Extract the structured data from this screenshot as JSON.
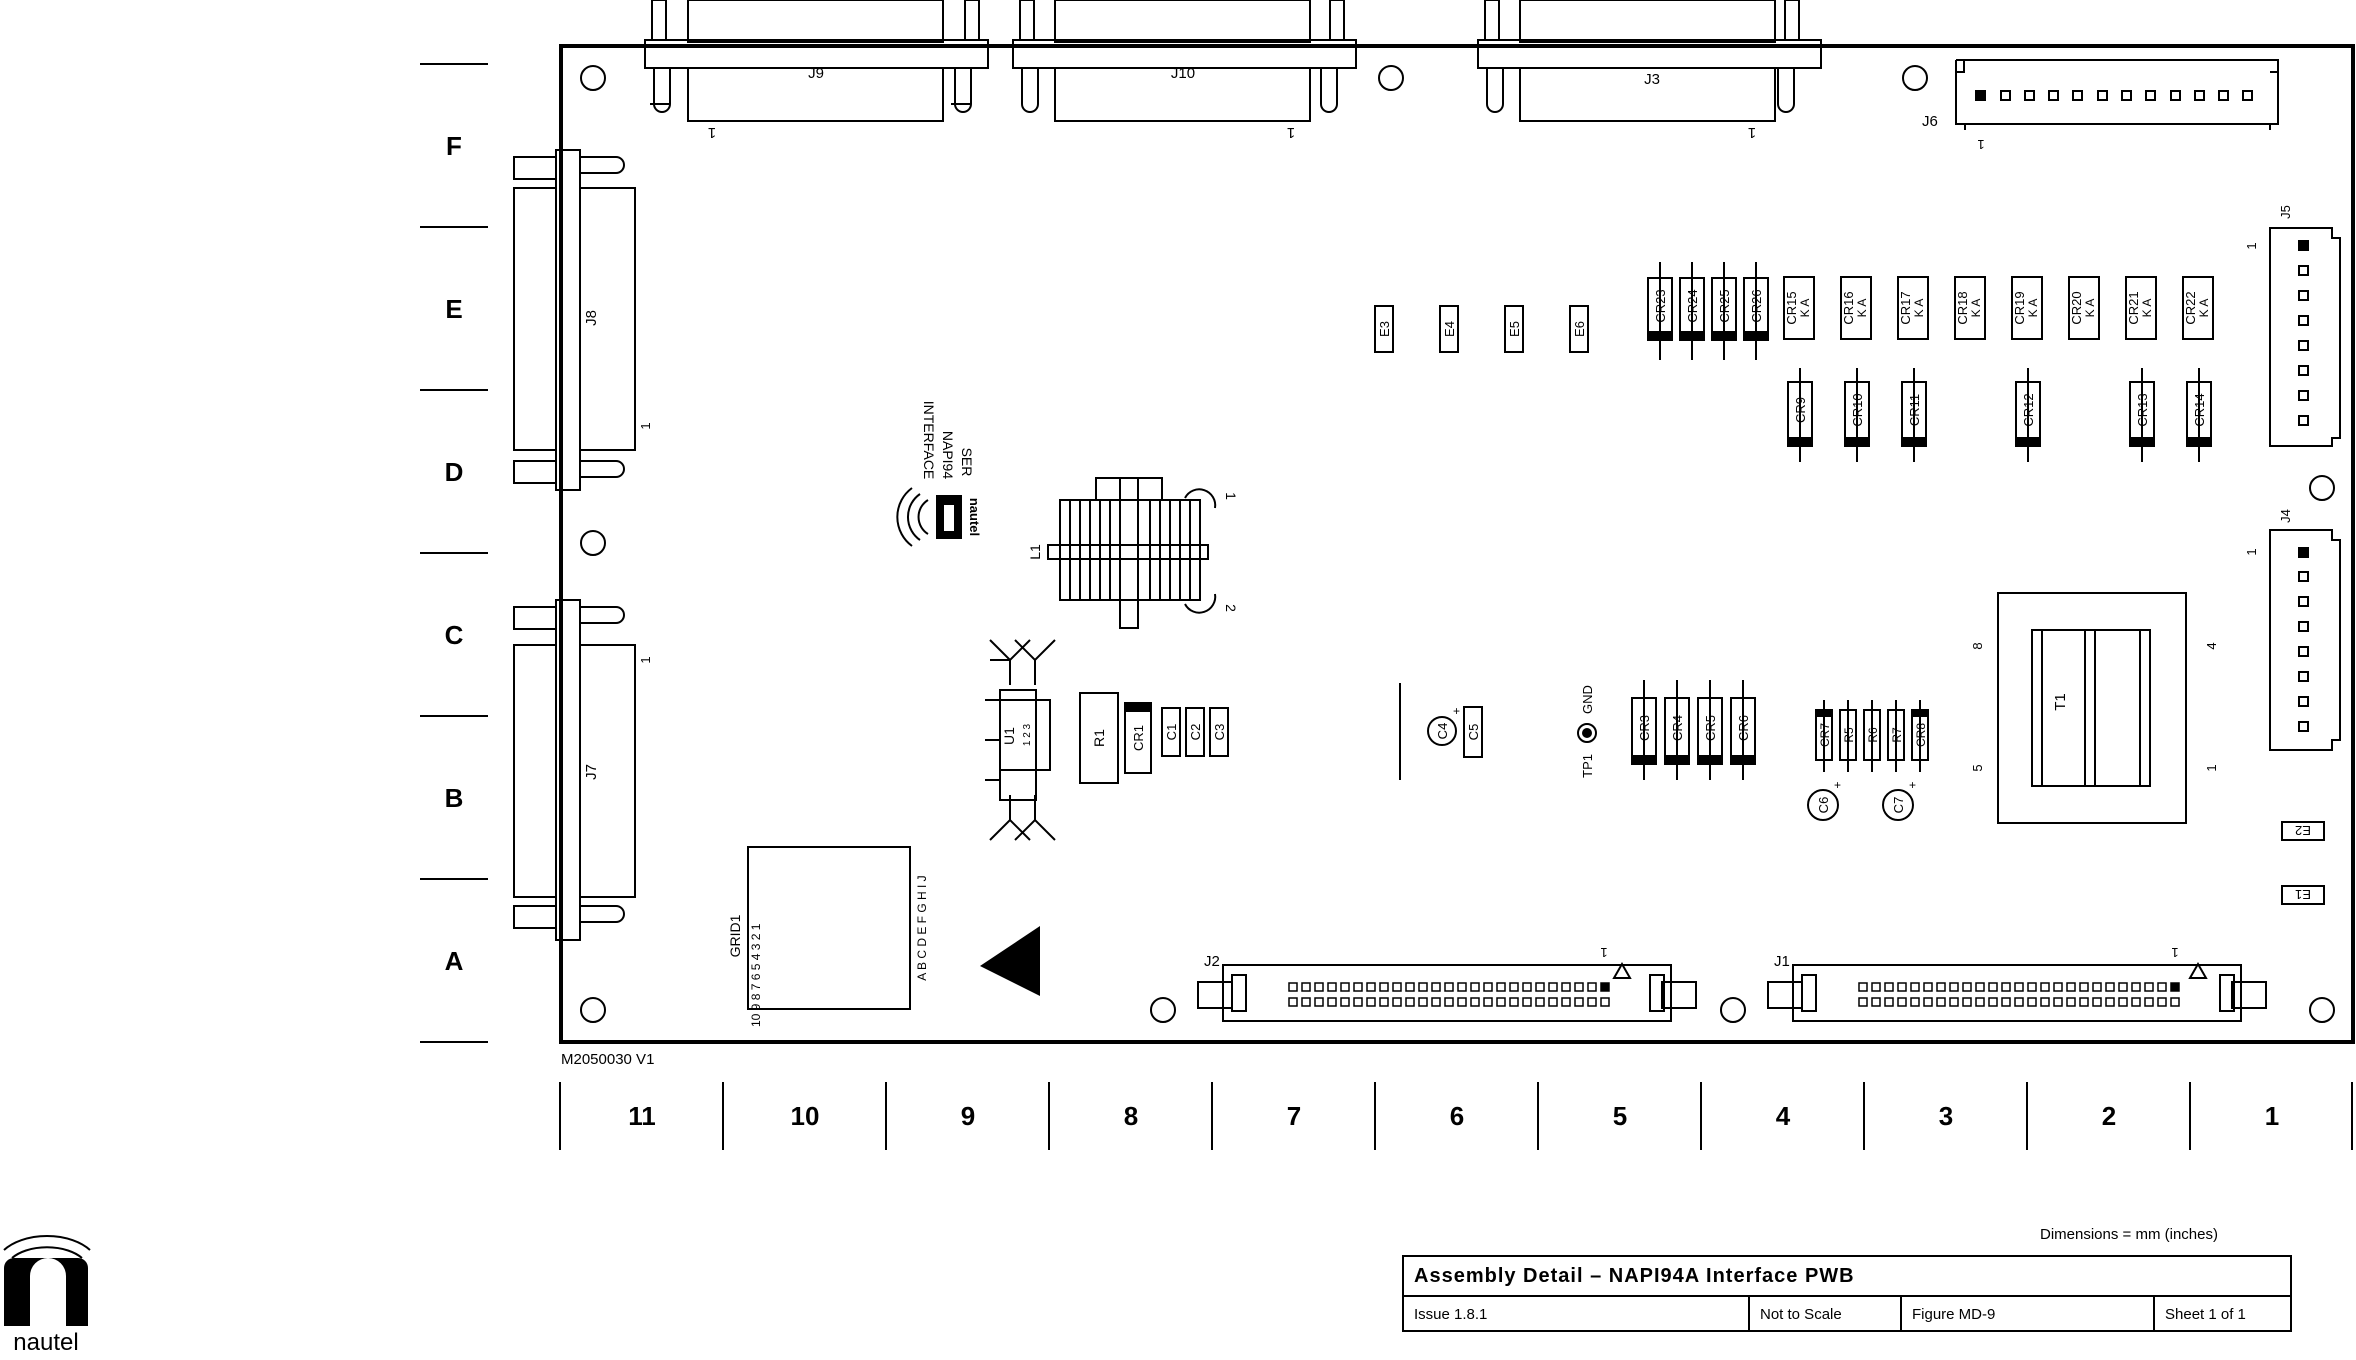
{
  "drawing_id": "M2050030  V1",
  "dimensions_note": "Dimensions = mm (inches)",
  "title_block": {
    "title": "Assembly Detail – NAPI94A Interface PWB",
    "issue": "Issue 1.8.1",
    "scale": "Not to Scale",
    "figure": "Figure MD-9",
    "sheet": "Sheet 1 of 1"
  },
  "row_labels": [
    "F",
    "E",
    "D",
    "C",
    "B",
    "A"
  ],
  "column_labels": [
    "11",
    "10",
    "9",
    "8",
    "7",
    "6",
    "5",
    "4",
    "3",
    "2",
    "1"
  ],
  "connectors": {
    "j9": "J9",
    "j10": "J10",
    "j3": "J3",
    "j6": "J6",
    "j8": "J8",
    "j7": "J7",
    "j5": "J5",
    "j4": "J4",
    "j2": "J2",
    "j1": "J1",
    "pin1": "1"
  },
  "silkscreen": {
    "line1": "INTERFACE",
    "line2": "NAPI94",
    "line3": "SER",
    "brand": "nautel",
    "grid": "GRID1",
    "grid_letters": "A B C D E F G H I J",
    "grid_numbers": "10 9 8 7 6 5 4 3 2 1",
    "tp": "TP1",
    "gnd": "GND",
    "l1": "L1",
    "u1": "U1",
    "u1_pins": "1  2  3",
    "t1": "T1",
    "t1_pin8": "8",
    "t1_pin5": "5",
    "t1_pin4": "4",
    "t1_pin1": "1",
    "l1_pin1": "1",
    "l1_pin2": "2",
    "ka": "K A"
  },
  "test_points": [
    "E3",
    "E4",
    "E5",
    "E6"
  ],
  "edge_points": [
    "E2",
    "E1"
  ],
  "diodes_upper": [
    "CR23",
    "CR24",
    "CR25",
    "CR26"
  ],
  "diodes_ka": [
    "CR15",
    "CR16",
    "CR17",
    "CR18",
    "CR19",
    "CR20",
    "CR21",
    "CR22"
  ],
  "diodes_lower": [
    "CR9",
    "CR10",
    "CR11",
    "CR12",
    "CR13",
    "CR14"
  ],
  "diodes_mid": [
    "CR3",
    "CR4",
    "CR5",
    "CR6"
  ],
  "small_parts": [
    "CR7",
    "R5",
    "R6",
    "R7",
    "CR8"
  ],
  "left_parts": [
    "R1",
    "CR1",
    "C1",
    "C2",
    "C3"
  ],
  "caps": [
    "C4",
    "C5",
    "C6",
    "C7"
  ],
  "plus": "+",
  "logo_text": "nautel"
}
